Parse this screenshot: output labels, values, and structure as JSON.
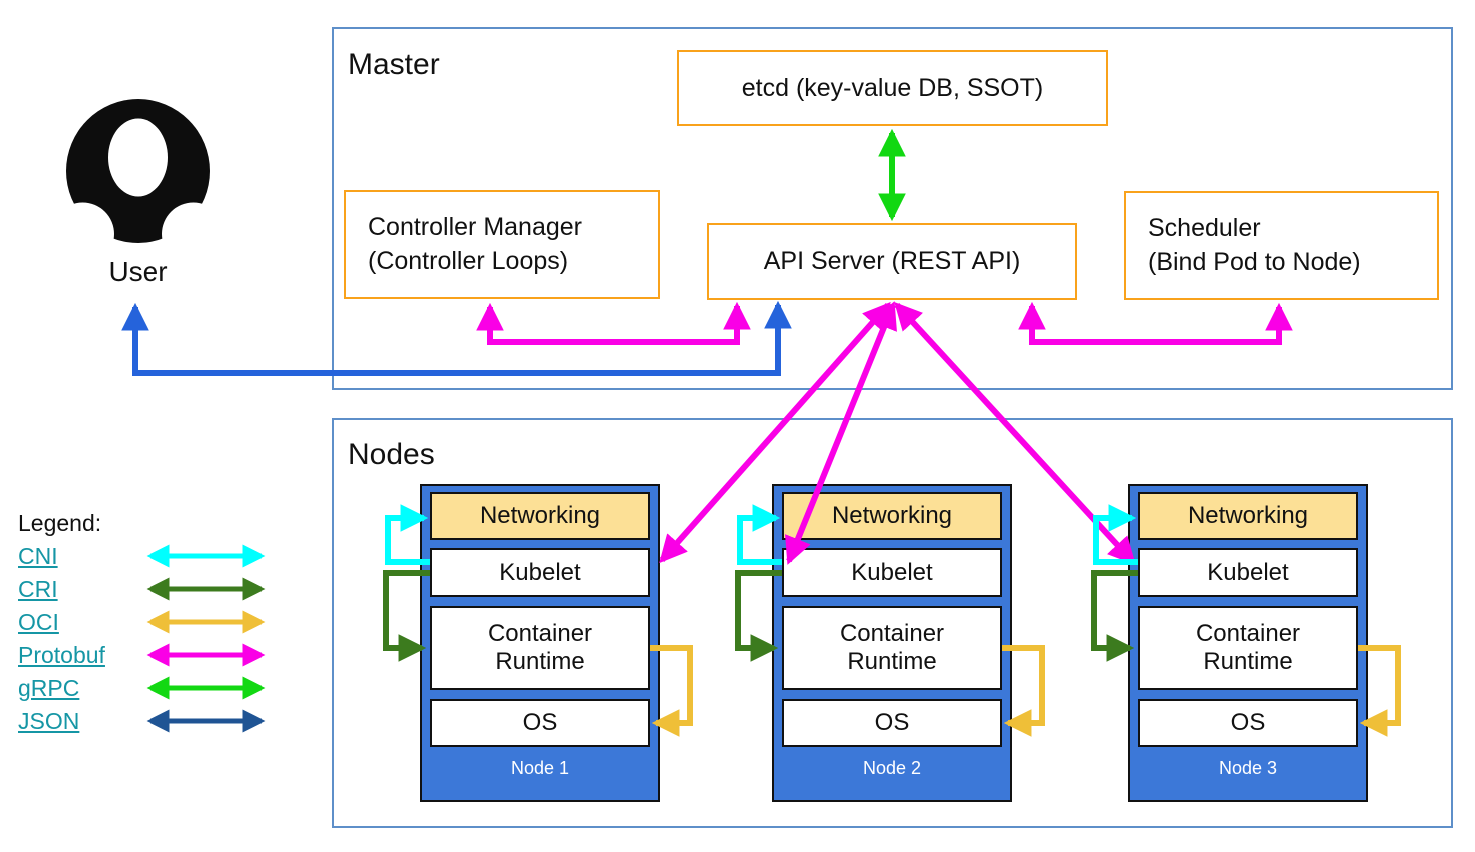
{
  "user": {
    "label": "User"
  },
  "master": {
    "title": "Master",
    "boxes": {
      "etcd": "etcd (key-value DB, SSOT)",
      "api_server": "API Server (REST API)",
      "controller_manager_line1": "Controller Manager",
      "controller_manager_line2": "(Controller Loops)",
      "scheduler_line1": "Scheduler",
      "scheduler_line2": "(Bind Pod to Node)"
    }
  },
  "nodes": {
    "title": "Nodes",
    "layers": {
      "networking": "Networking",
      "kubelet": "Kubelet",
      "container_runtime": "Container Runtime",
      "os": "OS"
    },
    "items": [
      {
        "name": "Node 1"
      },
      {
        "name": "Node 2"
      },
      {
        "name": "Node 3"
      }
    ]
  },
  "legend": {
    "title": "Legend:",
    "items": [
      {
        "label": "CNI",
        "color": "#00FFFF"
      },
      {
        "label": "CRI",
        "color": "#3C7B1E"
      },
      {
        "label": "OCI",
        "color": "#EFBF38"
      },
      {
        "label": "Protobuf",
        "color": "#FA00E6"
      },
      {
        "label": "gRPC",
        "color": "#12D812"
      },
      {
        "label": "JSON",
        "color": "#1F5494"
      }
    ]
  },
  "colors": {
    "cni": "#00FFFF",
    "cri": "#3C7B1E",
    "oci": "#EFBF38",
    "protobuf": "#FA00E6",
    "grpc": "#12D812",
    "json": "#1F5494",
    "user_api_arrow": "#2563DB",
    "box_border_orange": "#F9A21B",
    "section_border_blue": "#5E8FC9",
    "node_fill_blue": "#3C78D8",
    "networking_fill": "#FCE096",
    "legend_link": "#1596A5"
  }
}
